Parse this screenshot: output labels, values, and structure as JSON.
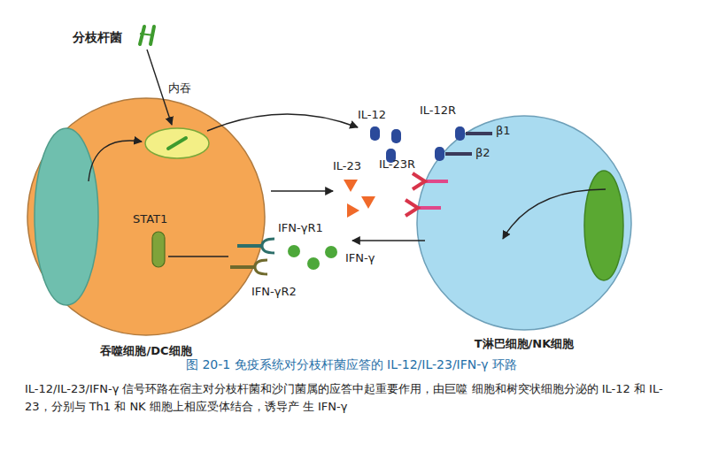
{
  "diagram": {
    "caption": "图 20-1 免疫系统对分枝杆菌应答的 IL-12/IL-23/IFN-γ 环路",
    "nodes": [
      {
        "text": [
          "吞噬细胞/DC细胞"
        ]
      },
      {
        "text": [
          "T淋巴细胞/NK细胞"
        ]
      }
    ],
    "labels": [
      "分枝杆菌",
      "内吞",
      "IL-12",
      "IL-12R",
      "β1",
      "β2",
      "IL-23",
      "IL-23R",
      "STAT1",
      "IFN-γR1",
      "IFN-γ",
      "IFN-γR2",
      "IL-12/IL-23/IFN-γ 信号环路在宿主对分枝杆菌和沙门菌属的应答中起重要作用，由巨噬 细胞和树突状细胞分泌的 IL-12 和 IL-23，分别与 Th1 和 NK 细胞上相应受体结合，诱导产 生 IFN-γ"
    ]
  }
}
